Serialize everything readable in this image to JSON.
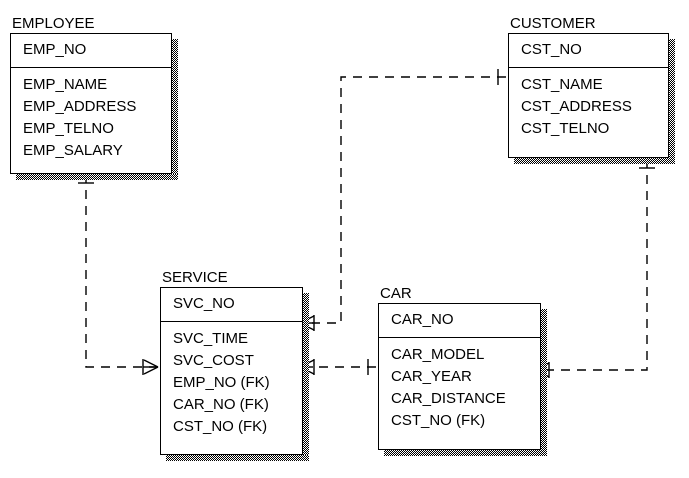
{
  "diagram": {
    "type": "entity-relationship-diagram",
    "notation": "IDEF1X crow's foot",
    "background_color": "#ffffff",
    "line_color": "#000000",
    "line_style": "dashed"
  },
  "entities": [
    {
      "id": "employee",
      "title": "EMPLOYEE",
      "primary_key": [
        "EMP_NO"
      ],
      "attributes": [
        "EMP_NAME",
        "EMP_ADDRESS",
        "EMP_TELNO",
        "EMP_SALARY"
      ]
    },
    {
      "id": "customer",
      "title": "CUSTOMER",
      "primary_key": [
        "CST_NO"
      ],
      "attributes": [
        "CST_NAME",
        "CST_ADDRESS",
        "CST_TELNO"
      ]
    },
    {
      "id": "service",
      "title": "SERVICE",
      "primary_key": [
        "SVC_NO"
      ],
      "attributes": [
        "SVC_TIME",
        "SVC_COST",
        "EMP_NO (FK)",
        "CAR_NO (FK)",
        "CST_NO (FK)"
      ]
    },
    {
      "id": "car",
      "title": "CAR",
      "primary_key": [
        "CAR_NO"
      ],
      "attributes": [
        "CAR_MODEL",
        "CAR_YEAR",
        "CAR_DISTANCE",
        "CST_NO (FK)"
      ]
    }
  ],
  "relationships": [
    {
      "id": "employee-service",
      "from": "EMPLOYEE",
      "to": "SERVICE",
      "from_cardinality": "one",
      "to_cardinality": "many",
      "style": "non-identifying"
    },
    {
      "id": "customer-service",
      "from": "CUSTOMER",
      "to": "SERVICE",
      "from_cardinality": "one",
      "to_cardinality": "many",
      "style": "non-identifying"
    },
    {
      "id": "service-car",
      "from": "CAR",
      "to": "SERVICE",
      "from_cardinality": "one",
      "to_cardinality": "many",
      "style": "non-identifying"
    },
    {
      "id": "customer-car",
      "from": "CUSTOMER",
      "to": "CAR",
      "from_cardinality": "one",
      "to_cardinality": "many",
      "style": "non-identifying"
    }
  ]
}
